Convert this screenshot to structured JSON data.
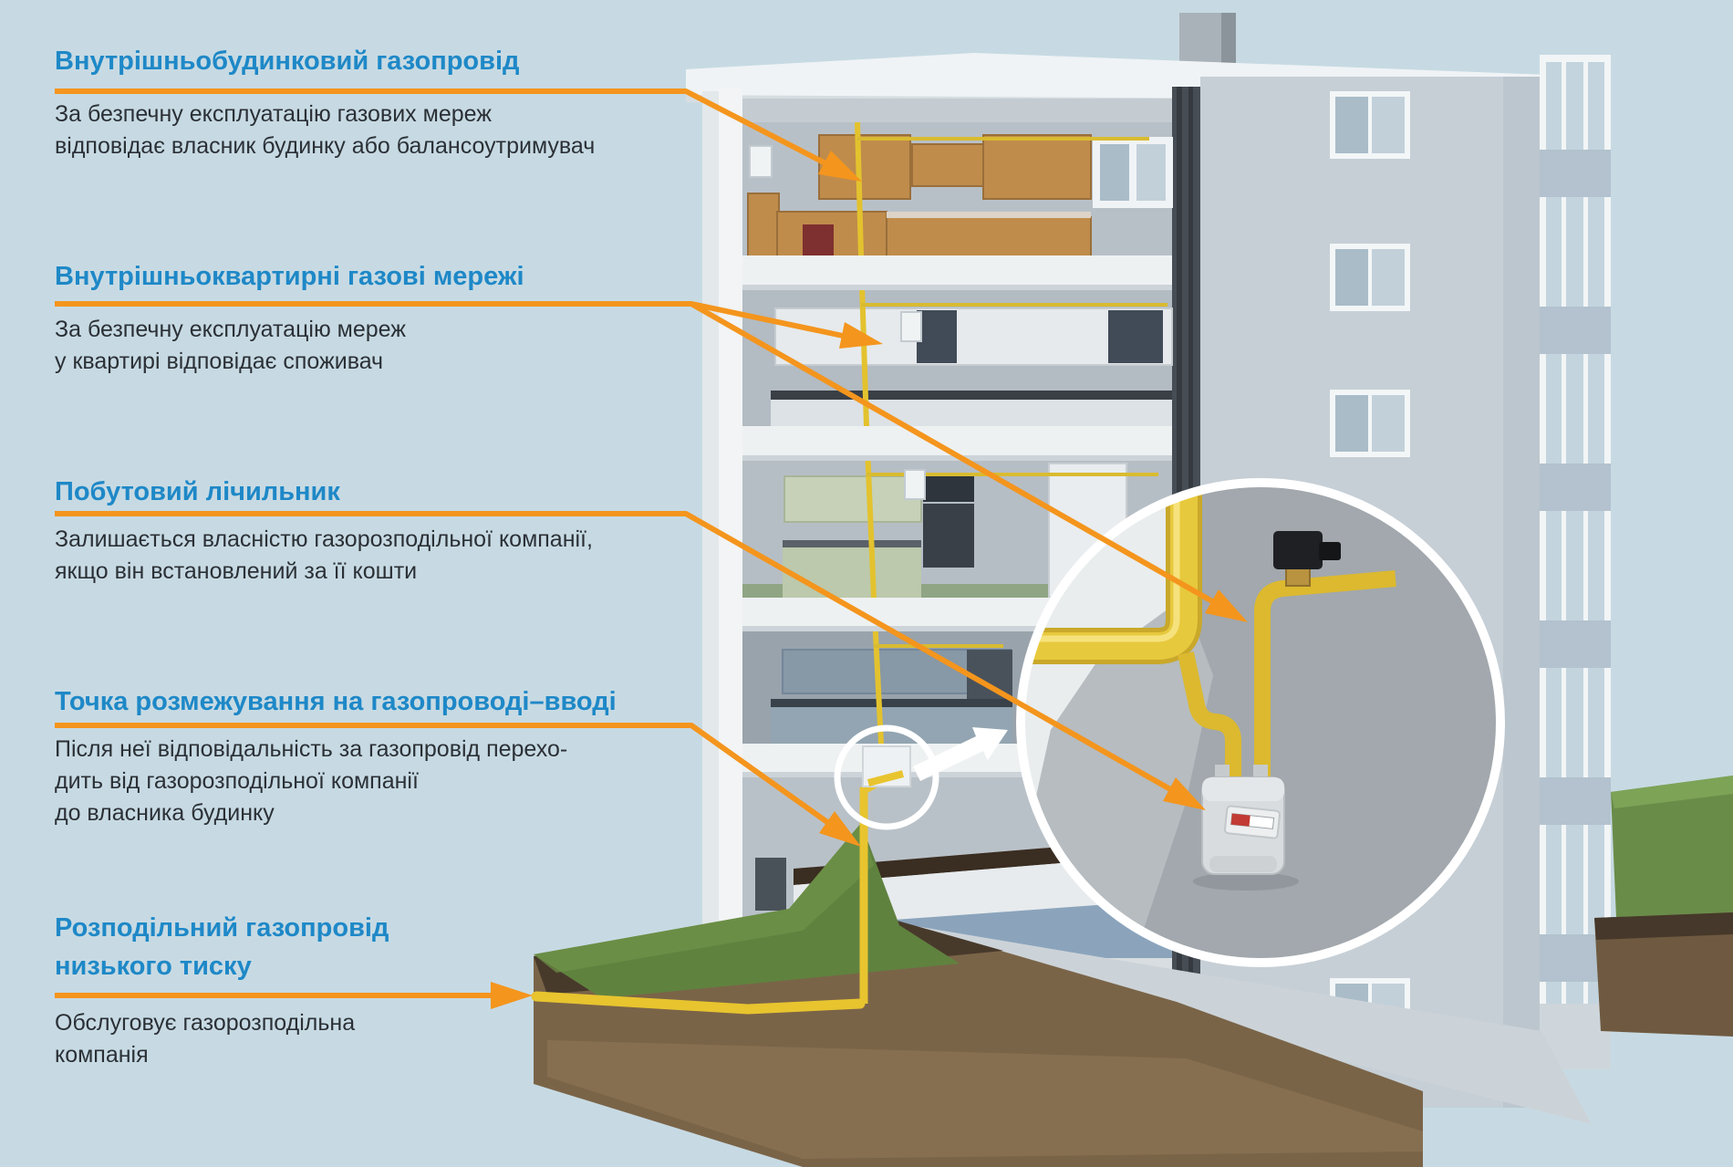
{
  "colors": {
    "background": "#c7dae3",
    "heading_blue": "#1e88c7",
    "text_dark": "#2b3036",
    "accent_orange": "#f4951d",
    "pipe_yellow": "#e8c32e"
  },
  "annotations": [
    {
      "heading": "Внутрішньобудинковий газопровід",
      "body": "За безпечну експлуатацію газових мереж\nвідповідає власник будинку або балансоутримувач"
    },
    {
      "heading": "Внутрішньоквартирні газові мережі",
      "body": "За безпечну експлуатацію мереж\nу квартирі відповідає споживач"
    },
    {
      "heading": "Побутовий лічильник",
      "body": "Залишається власністю газорозподільної компанії,\nякщо він встановлений за її кошти"
    },
    {
      "heading": "Точка розмежування на газопроводі–вводі",
      "body": "Після неї відповідальність за газопровід перехо-\nдить від газорозподільної компанії\nдо власника будинку"
    },
    {
      "heading": "Розподільний газопровід\nнизького тиску",
      "body": "Обслуговує газорозподільна\nкомпанія"
    }
  ]
}
